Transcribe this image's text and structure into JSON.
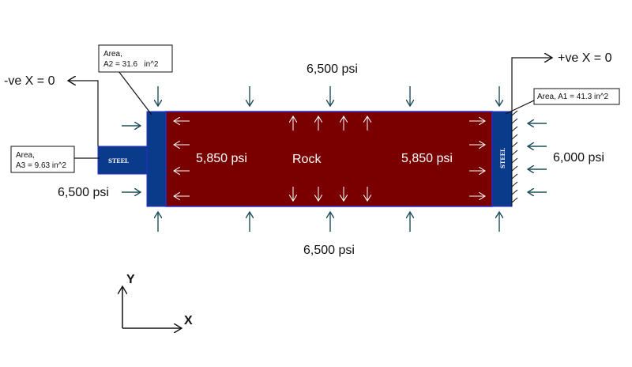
{
  "pressures": {
    "top": "6,500 psi",
    "bottom": "6,500 psi",
    "left": "6,500 psi",
    "right": "6,000 psi",
    "inner_left": "5,850 psi",
    "inner_right": "5,850 psi"
  },
  "material": {
    "rock": "Rock",
    "steel_left": "STEEL",
    "steel_right": "STEEL"
  },
  "boundary": {
    "left": "-ve X = 0",
    "right": "+ve X = 0"
  },
  "areas": {
    "a1": "Area, A1 = 41.3 in^2",
    "a2_title": "Area,",
    "a2_value": "A2 = 31.6   in^2",
    "a3_title": "Area,",
    "a3_value": "A3 = 9.63 in^2"
  },
  "axes": {
    "x": "X",
    "y": "Y"
  },
  "colors": {
    "rock": "#7a0000",
    "steel": "#0a3a8a",
    "arrow": "#1f4e5a"
  }
}
